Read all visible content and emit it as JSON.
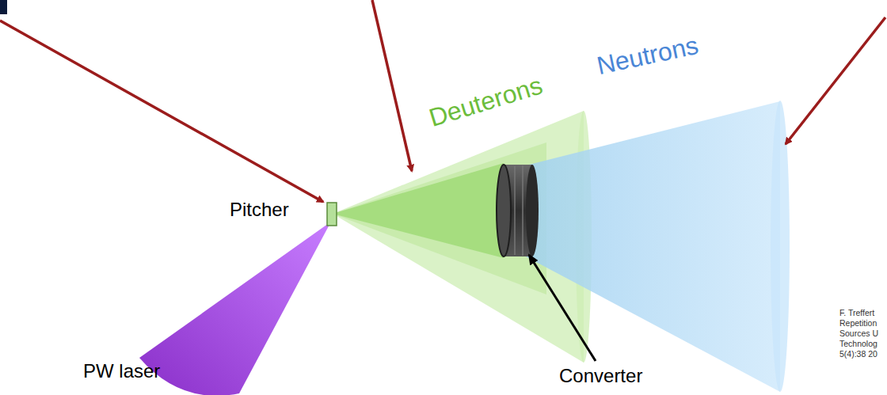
{
  "diagram": {
    "labels": [
      "Pitcher",
      "Deuterons",
      "Neutrons",
      "PW laser",
      "Converter",
      "F. Treffert",
      "Repetition",
      "Sources U",
      "Technolog",
      "5(4):38 20"
    ]
  }
}
